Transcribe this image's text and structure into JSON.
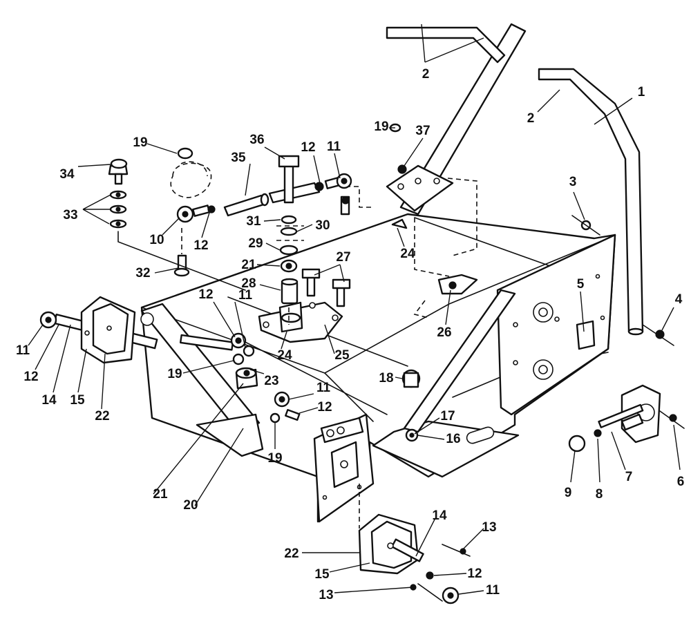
{
  "callouts": [
    {
      "id": "c1",
      "text": "1"
    },
    {
      "id": "c2a",
      "text": "2"
    },
    {
      "id": "c2b",
      "text": "2"
    },
    {
      "id": "c3",
      "text": "3"
    },
    {
      "id": "c4",
      "text": "4"
    },
    {
      "id": "c5",
      "text": "5"
    },
    {
      "id": "c6",
      "text": "6"
    },
    {
      "id": "c7",
      "text": "7"
    },
    {
      "id": "c8",
      "text": "8"
    },
    {
      "id": "c9",
      "text": "9"
    },
    {
      "id": "c10",
      "text": "10"
    },
    {
      "id": "c11a",
      "text": "11"
    },
    {
      "id": "c11b",
      "text": "11"
    },
    {
      "id": "c11c",
      "text": "11"
    },
    {
      "id": "c11d",
      "text": "11"
    },
    {
      "id": "c11e",
      "text": "11"
    },
    {
      "id": "c12a",
      "text": "12"
    },
    {
      "id": "c12b",
      "text": "12"
    },
    {
      "id": "c12c",
      "text": "12"
    },
    {
      "id": "c12d",
      "text": "12"
    },
    {
      "id": "c12e",
      "text": "12"
    },
    {
      "id": "c12f",
      "text": "12"
    },
    {
      "id": "c13a",
      "text": "13"
    },
    {
      "id": "c13b",
      "text": "13"
    },
    {
      "id": "c14a",
      "text": "14"
    },
    {
      "id": "c14b",
      "text": "14"
    },
    {
      "id": "c15a",
      "text": "15"
    },
    {
      "id": "c15b",
      "text": "15"
    },
    {
      "id": "c16",
      "text": "16"
    },
    {
      "id": "c17",
      "text": "17"
    },
    {
      "id": "c18",
      "text": "18"
    },
    {
      "id": "c19a",
      "text": "19"
    },
    {
      "id": "c19b",
      "text": "19"
    },
    {
      "id": "c19c",
      "text": "19"
    },
    {
      "id": "c19d",
      "text": "19"
    },
    {
      "id": "c20",
      "text": "20"
    },
    {
      "id": "c21a",
      "text": "21"
    },
    {
      "id": "c21b",
      "text": "21"
    },
    {
      "id": "c22a",
      "text": "22"
    },
    {
      "id": "c22b",
      "text": "22"
    },
    {
      "id": "c23",
      "text": "23"
    },
    {
      "id": "c24a",
      "text": "24"
    },
    {
      "id": "c24b",
      "text": "24"
    },
    {
      "id": "c25",
      "text": "25"
    },
    {
      "id": "c26",
      "text": "26"
    },
    {
      "id": "c27",
      "text": "27"
    },
    {
      "id": "c28",
      "text": "28"
    },
    {
      "id": "c29",
      "text": "29"
    },
    {
      "id": "c30",
      "text": "30"
    },
    {
      "id": "c31",
      "text": "31"
    },
    {
      "id": "c32",
      "text": "32"
    },
    {
      "id": "c33",
      "text": "33"
    },
    {
      "id": "c34",
      "text": "34"
    },
    {
      "id": "c35",
      "text": "35"
    },
    {
      "id": "c36",
      "text": "36"
    },
    {
      "id": "c37",
      "text": "37"
    }
  ]
}
